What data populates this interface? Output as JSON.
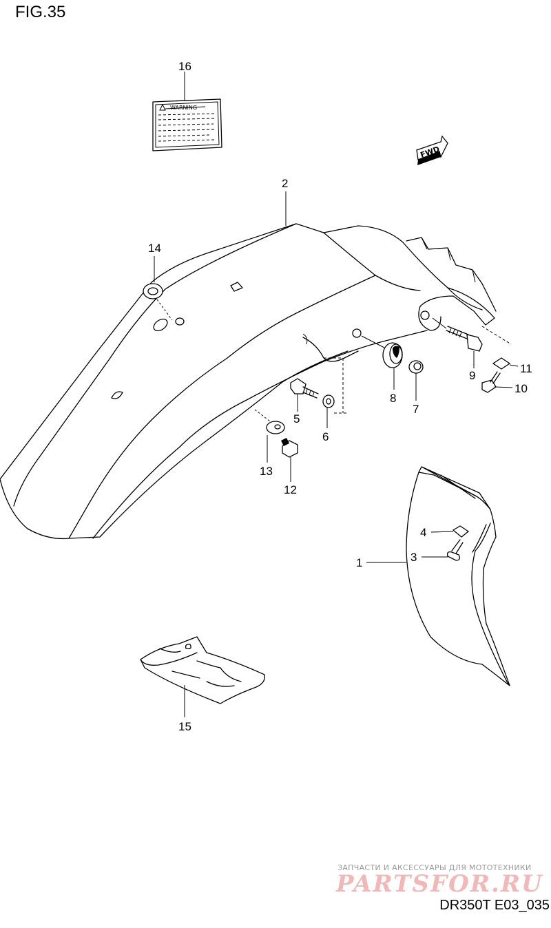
{
  "figure": {
    "title": "FIG.35",
    "code": "DR350T E03_035"
  },
  "fwd_arrow": {
    "label": "FWD"
  },
  "warning_label": {
    "heading": "WARNING"
  },
  "callouts": [
    {
      "id": "c1",
      "text": "1"
    },
    {
      "id": "c2",
      "text": "2"
    },
    {
      "id": "c3",
      "text": "3"
    },
    {
      "id": "c4",
      "text": "4"
    },
    {
      "id": "c5",
      "text": "5"
    },
    {
      "id": "c6",
      "text": "6"
    },
    {
      "id": "c7",
      "text": "7"
    },
    {
      "id": "c8",
      "text": "8"
    },
    {
      "id": "c9",
      "text": "9"
    },
    {
      "id": "c10",
      "text": "10"
    },
    {
      "id": "c11",
      "text": "11"
    },
    {
      "id": "c12",
      "text": "12"
    },
    {
      "id": "c13",
      "text": "13"
    },
    {
      "id": "c14",
      "text": "14"
    },
    {
      "id": "c15",
      "text": "15"
    },
    {
      "id": "c16",
      "text": "16"
    }
  ],
  "watermark": {
    "tagline": "ЗАПЧАСТИ И АКСЕССУАРЫ ДЛЯ МОТОТЕХНИКИ",
    "brand": "PARTSFOR.RU"
  }
}
